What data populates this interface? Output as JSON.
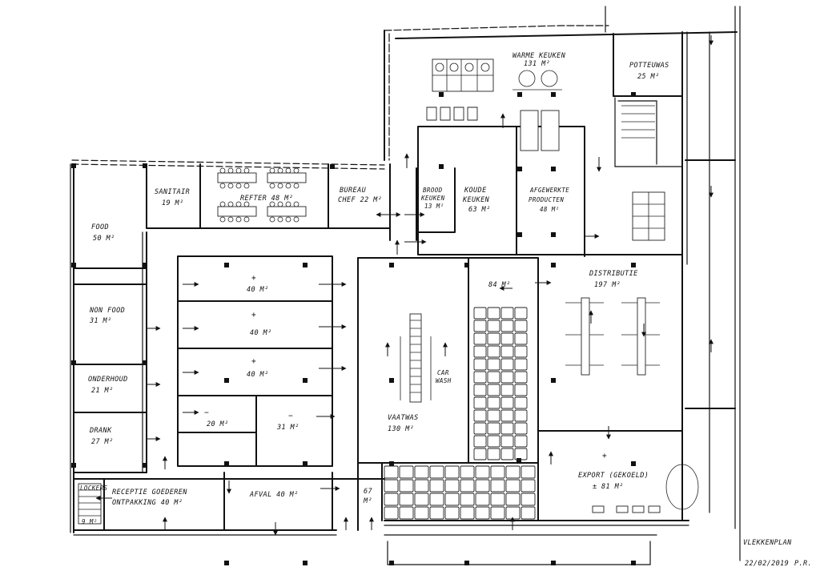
{
  "rooms": {
    "warme_keuken": {
      "name": "WARME KEUKEN",
      "area": "131 M²"
    },
    "potteuwas": {
      "name": "POTTEUWAS",
      "area": "25 M²"
    },
    "sanitair": {
      "name": "SANITAIR",
      "area": "19 M²"
    },
    "refter": {
      "name": "REFTER 48 M²"
    },
    "bureau_chef": {
      "line1": "BUREAU",
      "line2": "CHEF 22 M²"
    },
    "brood_keuken": {
      "line1": "BROOD",
      "line2": "KEUKEN",
      "line3": "13 M²"
    },
    "koude_keuken": {
      "line1": "KOUDE",
      "line2": "KEUKEN",
      "line3": "63 M²"
    },
    "afgewerkte_producten": {
      "line1": "AFGEWERKTE",
      "line2": "PRODUCTEN",
      "line3": "48 M²"
    },
    "food": {
      "name": "FOOD",
      "area": "50 M²"
    },
    "non_food": {
      "name": "NON FOOD",
      "area": "31 M²"
    },
    "onderhoud": {
      "name": "ONDERHOUD",
      "area": "21 M²"
    },
    "drank": {
      "name": "DRANK",
      "area": "27 M²"
    },
    "cold_1": {
      "area": "40 M²"
    },
    "cold_2": {
      "area": "40 M²"
    },
    "cold_3": {
      "area": "40 M²"
    },
    "cold_4": {
      "area": "20 M²"
    },
    "cold_5": {
      "area": "31 M²"
    },
    "vaatwas": {
      "name": "VAATWAS",
      "area": "130 M²"
    },
    "car_wash": {
      "line1": "CAR",
      "line2": "WASH"
    },
    "room_84": {
      "area": "84 M²"
    },
    "distributie": {
      "name": "DISTRIBUTIE",
      "area": "197 M²"
    },
    "export": {
      "name": "EXPORT (GEKOELD)",
      "area": "± 81 M²"
    },
    "lockers": {
      "name": "LOCKERS",
      "area": "9 M²"
    },
    "receptie": {
      "line1": "RECEPTIE GOEDEREN",
      "line2": "ONTPAKKING 40 M²"
    },
    "afval": {
      "name": "AFVAL 40 M²"
    },
    "room_67": {
      "line1": "67",
      "line2": "M²"
    }
  },
  "symbols": {
    "plus": "+",
    "minus": "−"
  },
  "title_block": {
    "title": "VLEKKENPLAN",
    "date": "22/02/2019",
    "initials": "P.R."
  }
}
